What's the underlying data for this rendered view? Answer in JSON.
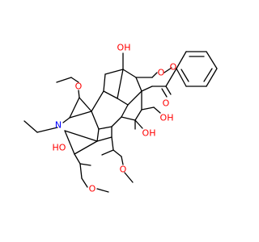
{
  "colors": {
    "background": "#ffffff",
    "bond": "#000000",
    "oxygen": "#ff0000",
    "nitrogen": "#0000ff"
  },
  "labels": {
    "hydroxyl_top": "OH",
    "methoxy_top_right": "O",
    "ester_oxygen": "O",
    "carbonyl_oxygen": "O",
    "methoxy_left": "O",
    "nitrogen": "N",
    "hydroxyl_left": "HO",
    "hydroxyl_right": "OH",
    "hydroxyl_center": "OH",
    "methoxy_bottom": "O",
    "methoxymethyl_oxygen": "O"
  }
}
